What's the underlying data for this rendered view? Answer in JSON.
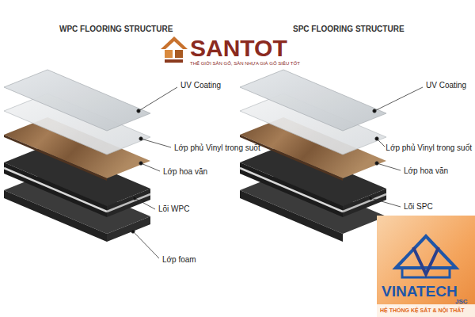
{
  "diagram": {
    "labels": [
      "WPC FLOORING STRUCTURE",
      "SPC FLOORING STRUCTURE",
      "SANTOT",
      "THẾ GIỚI SÀN GỖ, SÀN NHỰA GIẢ GỖ SIÊU TỐT",
      "UV Coating",
      "Lớp phủ Vinyl trong suốt",
      "Lớp hoa văn",
      "Lõi WPC",
      "Lớp foam",
      "UV Coating",
      "Lớp phủ Vinyl trong suốt",
      "Lớp hoa văn",
      "Lõi SPC",
      "VINATECH",
      "JSC",
      "HỆ THỐNG KỆ SẮT & NỘI THẤT"
    ]
  }
}
